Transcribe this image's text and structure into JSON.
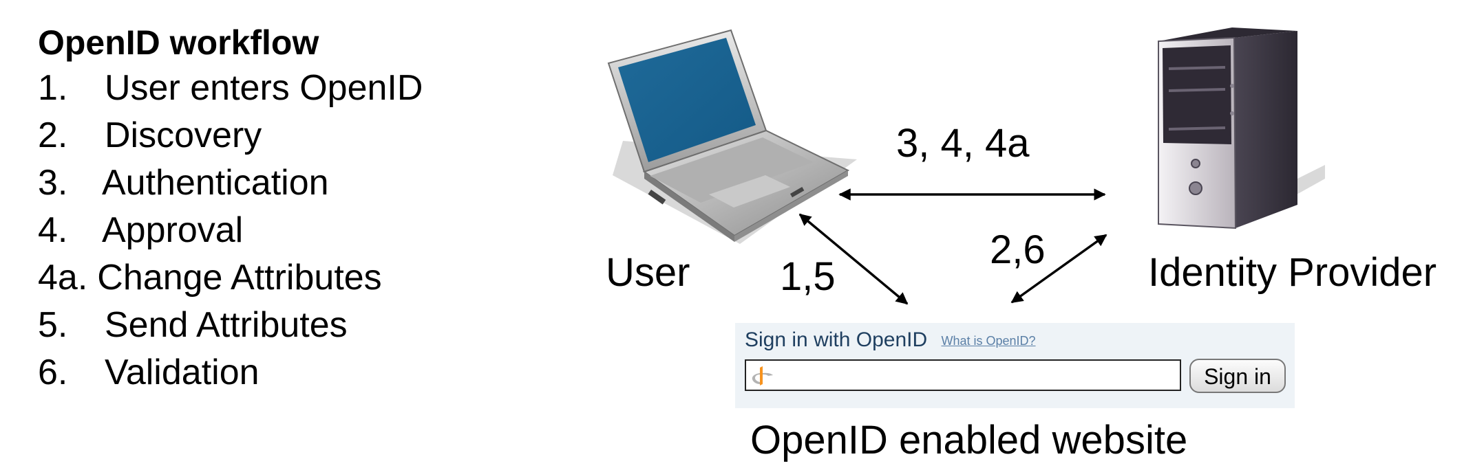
{
  "workflow": {
    "title": "OpenID workflow",
    "steps": [
      {
        "num": "1.",
        "text": "User enters OpenID"
      },
      {
        "num": "2.",
        "text": "Discovery"
      },
      {
        "num": "3.",
        "text": "Authentication"
      },
      {
        "num": "4.",
        "text": "Approval"
      },
      {
        "num": "4a.",
        "text": "Change Attributes"
      },
      {
        "num": "5.",
        "text": "Send Attributes"
      },
      {
        "num": "6.",
        "text": "Validation"
      }
    ]
  },
  "diagram": {
    "user_label": "User",
    "idp_label": "Identity Provider",
    "website_label": "OpenID enabled website",
    "edge_user_idp": "3, 4, 4a",
    "edge_user_website": "1,5",
    "edge_website_idp": "2,6"
  },
  "signin_widget": {
    "heading": "Sign in with OpenID",
    "help_link": "What is OpenID?",
    "input_value": "",
    "button_label": "Sign in"
  },
  "icons": {
    "user_device": "laptop-icon",
    "identity_provider": "server-tower-icon",
    "input_logo": "openid-logo-icon"
  }
}
